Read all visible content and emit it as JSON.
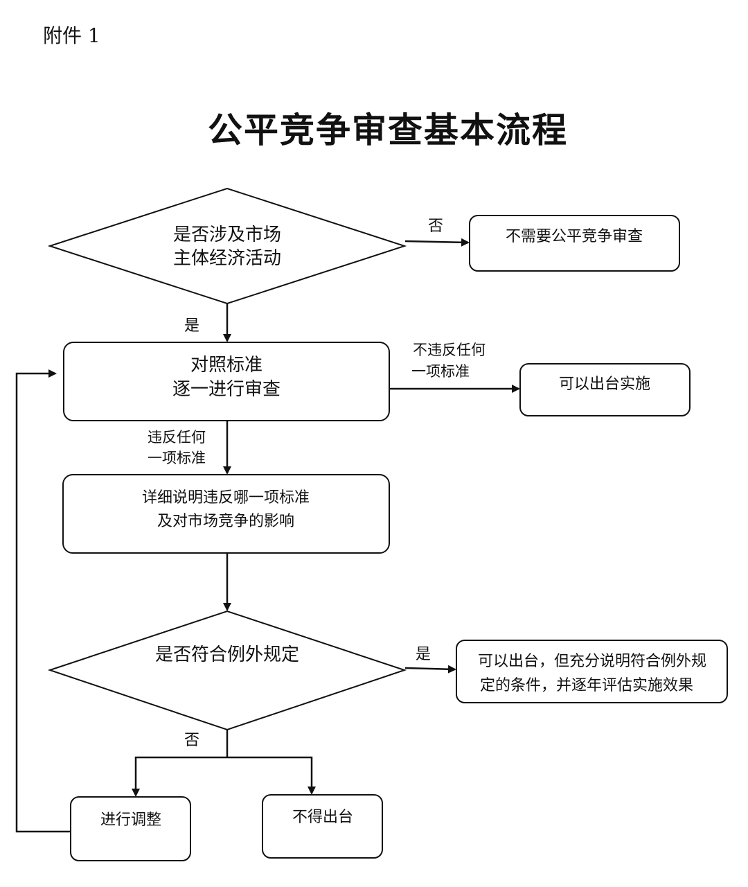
{
  "header": {
    "attachment": "附件 1",
    "title": "公平竞争审查基本流程"
  },
  "nodes": {
    "decision_market": {
      "lines": [
        "是否涉及市场",
        "主体经济活动"
      ]
    },
    "no_review": {
      "lines": [
        "不需要公平竞争审查"
      ]
    },
    "review": {
      "lines": [
        "对照标准",
        "逐一进行审查"
      ]
    },
    "can_issue": {
      "lines": [
        "可以出台实施"
      ]
    },
    "explain": {
      "lines": [
        "详细说明违反哪一项标准",
        "及对市场竞争的影响"
      ]
    },
    "decision_exception": {
      "lines": [
        "是否符合例外规定"
      ]
    },
    "issue_with_conditions": {
      "lines": [
        "可以出台，但充分说明符合例外规",
        "定的条件，并逐年评估实施效果"
      ]
    },
    "adjust": {
      "lines": [
        "进行调整"
      ]
    },
    "no_issue": {
      "lines": [
        "不得出台"
      ]
    }
  },
  "edge_labels": {
    "no_1": "否",
    "yes_1": "是",
    "not_violate": [
      "不违反任何",
      "一项标准"
    ],
    "violate": [
      "违反任何",
      "一项标准"
    ],
    "yes_2": "是",
    "no_2": "否"
  }
}
